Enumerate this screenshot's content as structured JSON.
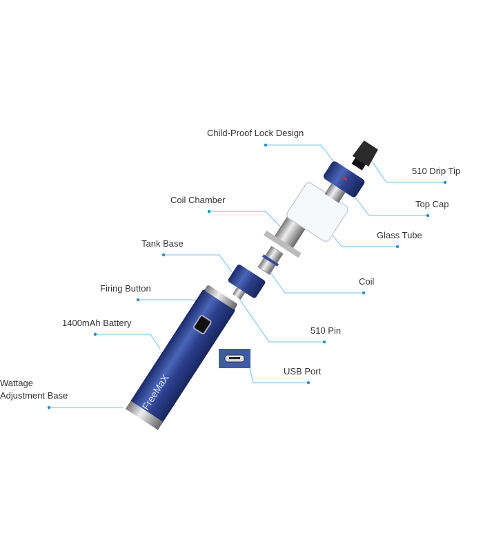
{
  "title": "FreeMaX exploded view",
  "brand": "FreeMaX",
  "accent_color": "#2a9fd8",
  "labels": {
    "child_proof": "Child-Proof Lock Design",
    "drip_tip": "510 Drip Tip",
    "top_cap": "Top Cap",
    "coil_chamber": "Coil Chamber",
    "glass_tube": "Glass Tube",
    "tank_base": "Tank Base",
    "coil": "Coil",
    "firing_button": "Firing Button",
    "battery": "1400mAh Battery",
    "pin_510": "510 Pin",
    "usb_port": "USB Port",
    "wattage_line1": "Wattage",
    "wattage_line2": "Adjustment Base"
  }
}
